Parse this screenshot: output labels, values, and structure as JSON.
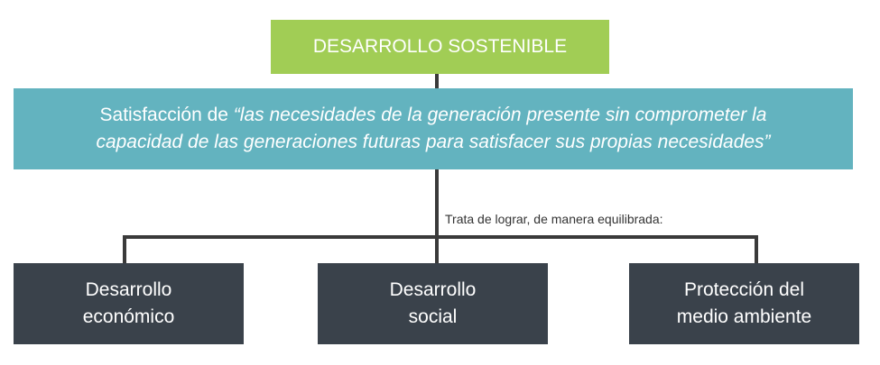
{
  "title": "DESARROLLO SOSTENIBLE",
  "definition": {
    "prefix": "Satisfacción de ",
    "quote_line1": "“las necesidades de la generación presente sin comprometer la",
    "quote_line2": "capacidad de las generaciones futuras para satisfacer sus propias necesidades”"
  },
  "connector_label": "Trata de lograr, de manera equilibrada:",
  "pillars": [
    {
      "line1": "Desarrollo",
      "line2": "económico"
    },
    {
      "line1": "Desarrollo",
      "line2": "social"
    },
    {
      "line1": "Protección del",
      "line2": "medio ambiente"
    }
  ],
  "colors": {
    "title": "#a1cd55",
    "definition": "#63b3bf",
    "pillar": "#3a424b"
  }
}
